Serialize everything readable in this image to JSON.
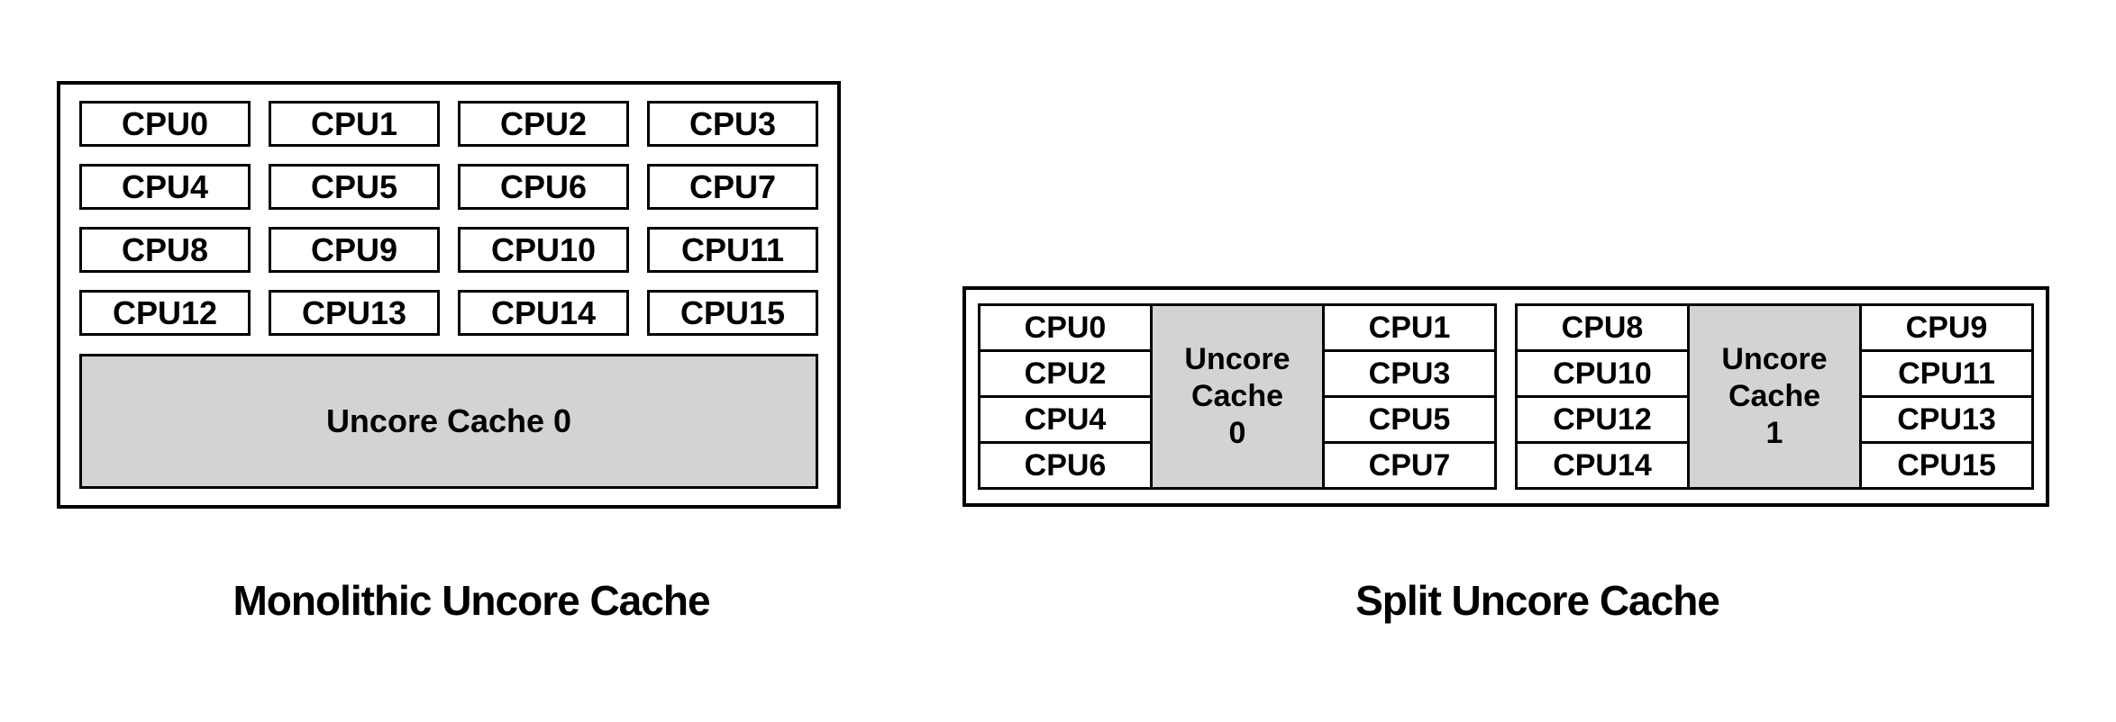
{
  "monolithic": {
    "caption": "Monolithic Uncore Cache",
    "cpu_rows": [
      [
        "CPU0",
        "CPU1",
        "CPU2",
        "CPU3"
      ],
      [
        "CPU4",
        "CPU5",
        "CPU6",
        "CPU7"
      ],
      [
        "CPU8",
        "CPU9",
        "CPU10",
        "CPU11"
      ],
      [
        "CPU12",
        "CPU13",
        "CPU14",
        "CPU15"
      ]
    ],
    "cache_label": "Uncore Cache 0"
  },
  "split": {
    "caption": "Split Uncore Cache",
    "clusters": [
      {
        "left_cpus": [
          "CPU0",
          "CPU2",
          "CPU4",
          "CPU6"
        ],
        "cache_label": "Uncore Cache 0",
        "right_cpus": [
          "CPU1",
          "CPU3",
          "CPU5",
          "CPU7"
        ]
      },
      {
        "left_cpus": [
          "CPU8",
          "CPU10",
          "CPU12",
          "CPU14"
        ],
        "cache_label": "Uncore Cache 1",
        "right_cpus": [
          "CPU9",
          "CPU11",
          "CPU13",
          "CPU15"
        ]
      }
    ]
  },
  "colors": {
    "cache_fill": "#d3d3d3",
    "border": "#000000",
    "background": "#ffffff"
  }
}
